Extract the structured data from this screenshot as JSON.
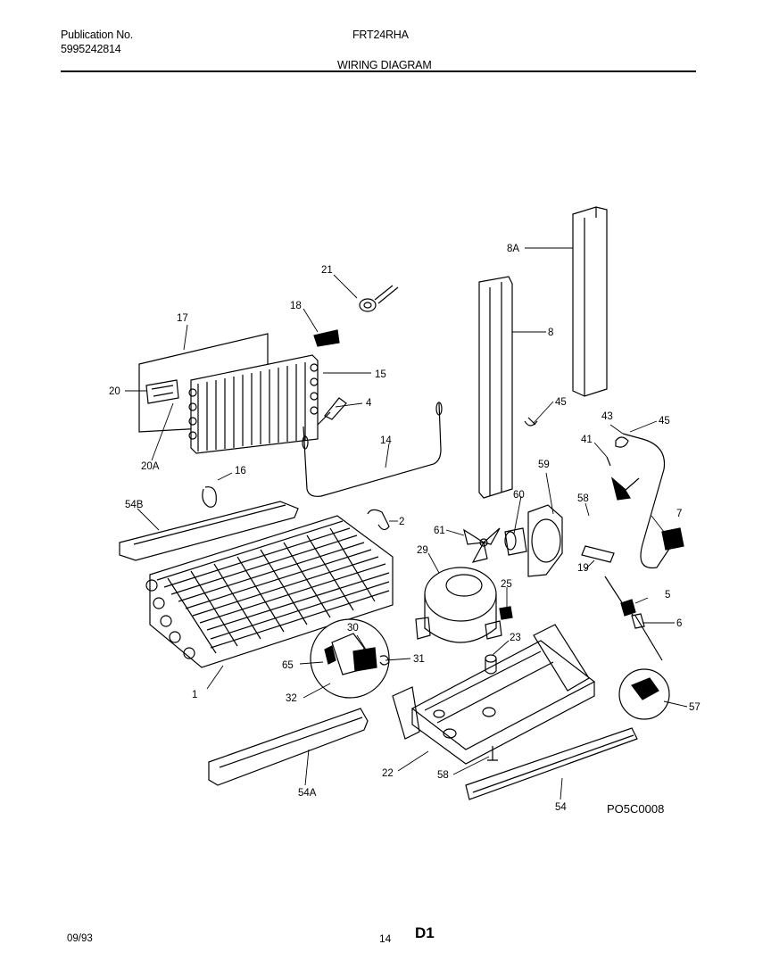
{
  "header": {
    "publication_label": "Publication No.",
    "publication_number": "5995242814",
    "model": "FRT24RHA",
    "title": "WIRING DIAGRAM"
  },
  "diagram": {
    "code": "PO5C0008",
    "part_labels": [
      "8A",
      "8",
      "21",
      "18",
      "17",
      "15",
      "20",
      "4",
      "14",
      "20A",
      "16",
      "45",
      "43",
      "45",
      "41",
      "54B",
      "2",
      "59",
      "60",
      "58",
      "61",
      "7",
      "29",
      "19",
      "25",
      "5",
      "6",
      "30",
      "65",
      "31",
      "23",
      "32",
      "1",
      "57",
      "22",
      "58",
      "54A",
      "54"
    ]
  },
  "footer": {
    "date": "09/93",
    "page": "14",
    "section": "D1"
  }
}
